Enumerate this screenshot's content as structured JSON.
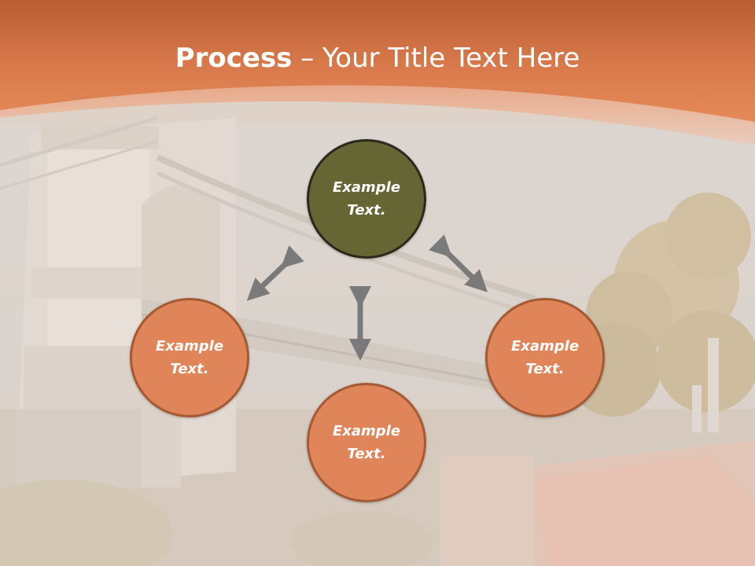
{
  "slide": {
    "title_bold": "Process",
    "title_rest": " – Your Title Text Here"
  },
  "diagram": {
    "center_node": "Example Text.",
    "left_node": "Example Text.",
    "right_node": "Example Text.",
    "bottom_node": "Example Text."
  },
  "colors": {
    "header": "#d97a4c",
    "center_node": "#666534",
    "outer_node": "#e0855a",
    "arrow": "#7a7a7a"
  }
}
